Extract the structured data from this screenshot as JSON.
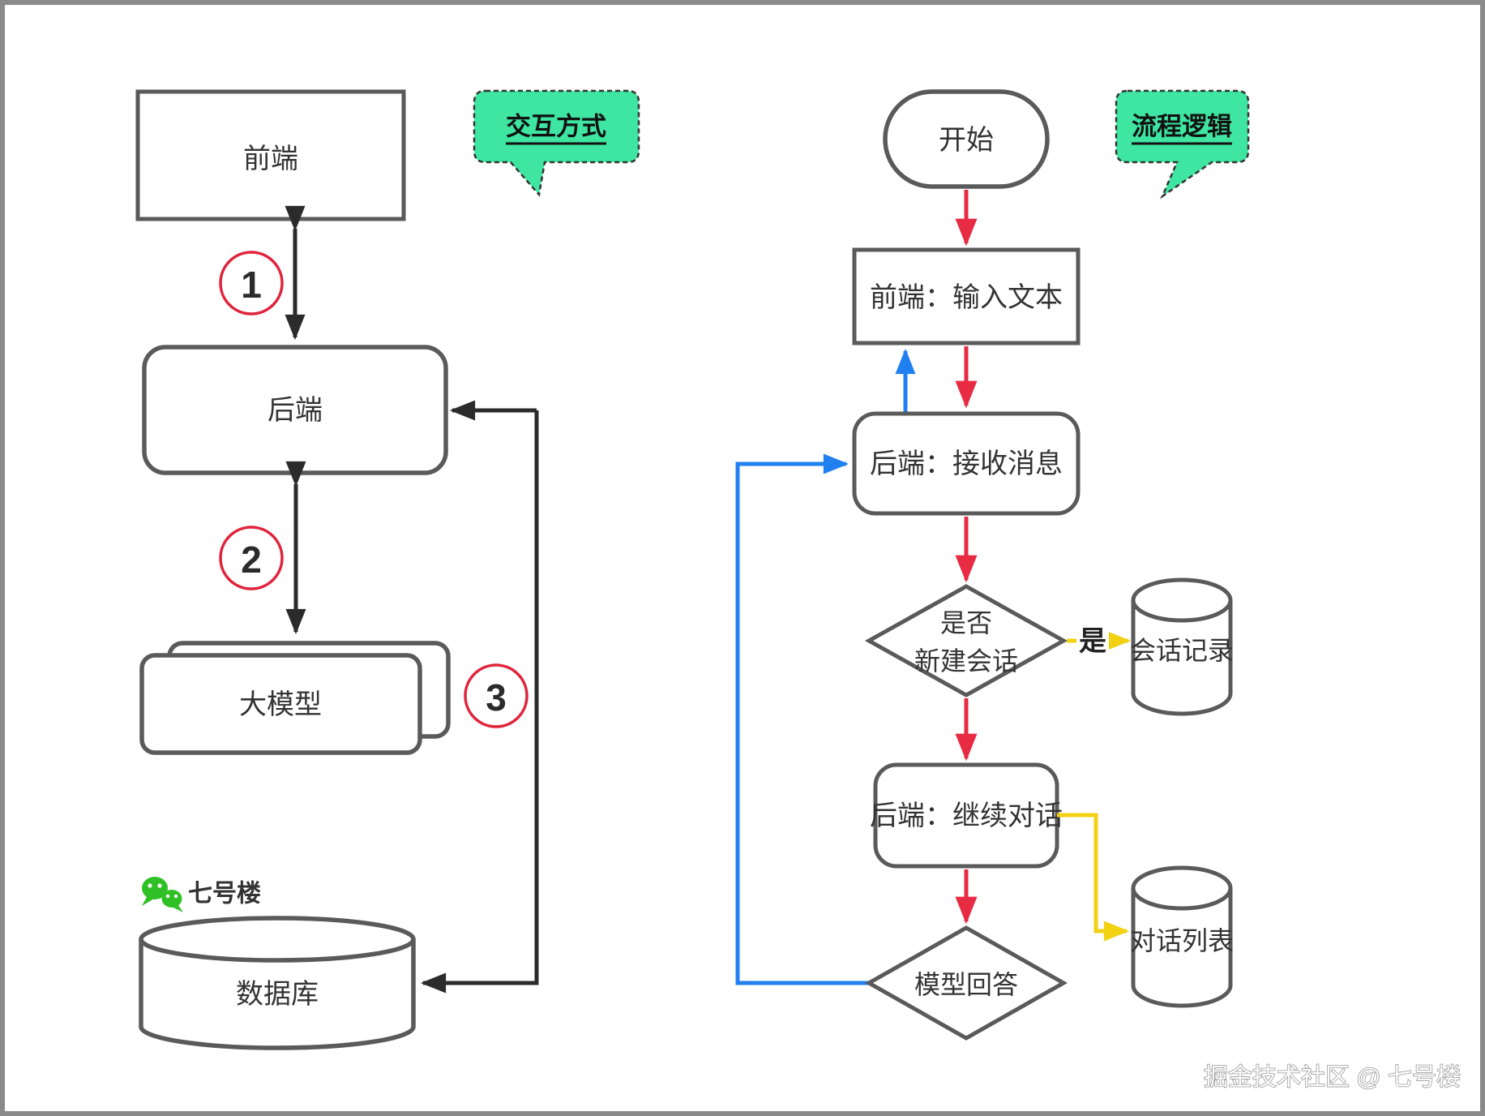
{
  "page": {
    "background": "#ffffff",
    "frame_color": "#8a8a8a"
  },
  "watermark": "掘金技术社区 @ 七号楼",
  "left_panel": {
    "title": "交互方式",
    "frontend": "前端",
    "backend": "后端",
    "model": "大模型",
    "database": "数据库",
    "badge1": "1",
    "badge2": "2",
    "badge3": "3",
    "wechat_label": "七号楼"
  },
  "right_panel": {
    "title": "流程逻辑",
    "start": "开始",
    "step_input": "前端：输入文本",
    "step_receive": "后端：接收消息",
    "decision_new_session_line1": "是否",
    "decision_new_session_line2": "新建会话",
    "yes_label": "是",
    "store_session": "会话记录",
    "step_continue": "后端：继续对话",
    "store_dialog": "对话列表",
    "decision_answer": "模型回答"
  },
  "colors": {
    "shape_stroke": "#5a5a5a",
    "dark_arrow": "#2b2b2b",
    "red_arrow": "#e62b42",
    "blue_arrow": "#2080f0",
    "yellow_arrow": "#f2d113",
    "bubble_green": "#3ee6a2",
    "badge_red": "#e0243c",
    "wechat_green": "#2fc025"
  }
}
